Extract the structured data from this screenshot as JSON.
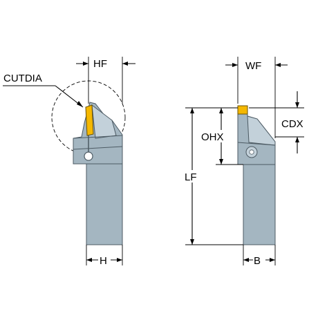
{
  "labels": {
    "hf": "HF",
    "cutdia": "CUTDIA",
    "h": "H",
    "wf": "WF",
    "cdx": "CDX",
    "ohx": "OHX",
    "lf": "LF",
    "b": "B"
  },
  "colors": {
    "tool_body": "#a4b6c1",
    "tool_body_light": "#c3d1da",
    "insert": "#f5b800",
    "lines": "#000000"
  }
}
